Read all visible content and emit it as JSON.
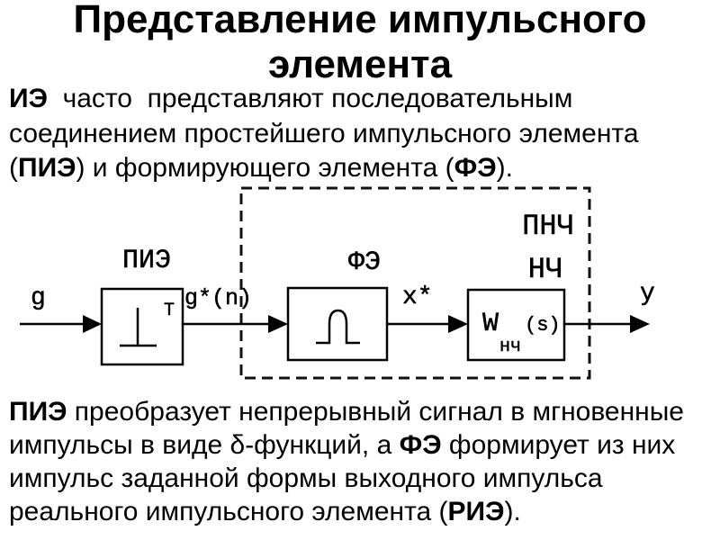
{
  "slide": {
    "title": "Представление импульсного элемента",
    "intro": {
      "line1": {
        "term": "ИЭ",
        "rest": "  часто  представляют последовательным"
      },
      "line2": {
        "text": "соединением простейшего импульсного элемента"
      },
      "line3": {
        "open": "(",
        "term1": "ПИЭ",
        "mid": ") и формирующего элемента (",
        "term2": "ФЭ",
        "close": ")."
      }
    },
    "diagram": {
      "input_signal": "g",
      "sampler": {
        "label": "ПИЭ",
        "period": "T",
        "icon": "impulse-sampler-icon"
      },
      "sampler_output": "g*(n)",
      "shaper": {
        "label": "ФЭ",
        "icon": "rectangular-pulse-icon"
      },
      "shaper_output": "x*",
      "filter": {
        "symbol": "W",
        "subscript": "нч",
        "argument": "(s)"
      },
      "group_labels": [
        "ПНЧ",
        "НЧ"
      ],
      "output_signal": "y"
    },
    "summary": {
      "line1": {
        "term": "ПИЭ",
        "rest": " преобразует непрерывный сигнал в мгновенные"
      },
      "line2": {
        "start": "импульсы в виде δ-функций, а ",
        "term": "ФЭ",
        "rest": " формирует из них"
      },
      "line3": {
        "text": "импульс заданной формы выходного импульса"
      },
      "line4": {
        "start": "реального импульсного элемента (",
        "term": "РИЭ",
        "end": ")."
      }
    }
  }
}
